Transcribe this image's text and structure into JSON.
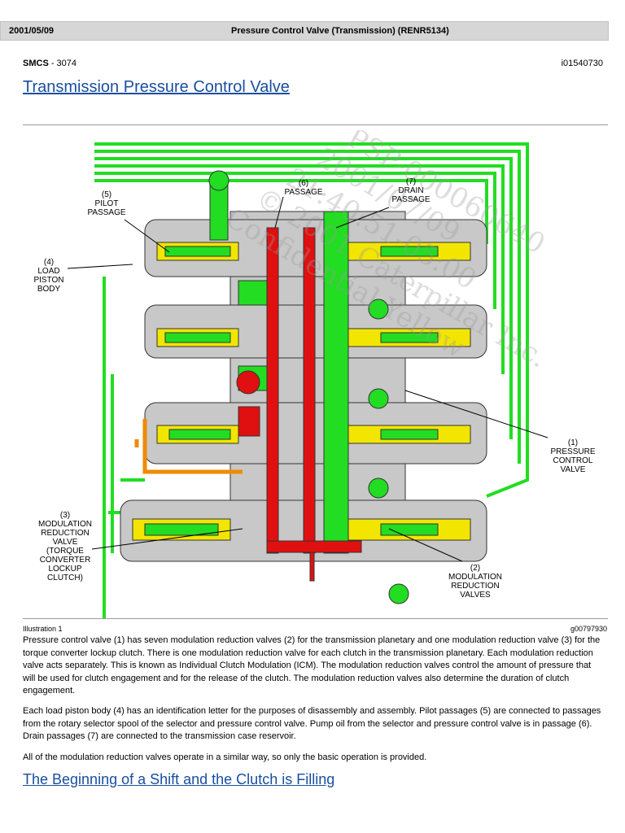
{
  "header": {
    "date": "2001/05/09",
    "doc_title": "Pressure Control Valve (Transmission) (RENR5134)"
  },
  "smcs": {
    "label": "SMCS",
    "value": " - 3074"
  },
  "doc_id": "i01540730",
  "title": "Transmission Pressure Control Valve",
  "diagram": {
    "labels": {
      "l6a": "(6)",
      "l6b": "PASSAGE",
      "l7a": "(7)",
      "l7b": "DRAIN",
      "l7c": "PASSAGE",
      "l5a": "(5)",
      "l5b": "PILOT",
      "l5c": "PASSAGE",
      "l4a": "(4)",
      "l4b": "LOAD",
      "l4c": "PISTON",
      "l4d": "BODY",
      "l1a": "(1)",
      "l1b": "PRESSURE",
      "l1c": "CONTROL",
      "l1d": "VALVE",
      "l3a": "(3)",
      "l3b": "MODULATION",
      "l3c": "REDUCTION",
      "l3d": "VALVE",
      "l3e": "(TORQUE",
      "l3f": "CONVERTER",
      "l3g": "LOCKUP",
      "l3h": "CLUTCH)",
      "l2a": "(2)",
      "l2b": "MODULATION",
      "l2c": "REDUCTION",
      "l2d": "VALVES"
    },
    "watermark": [
      "PSP-000060640",
      "2001/07/09",
      "21:40:51-05:00",
      "© 2001 Caterpillar Inc.",
      "Confidential Yellow"
    ]
  },
  "illustration": {
    "label": "Illustration 1",
    "id": "g00797930"
  },
  "paragraphs": [
    "Pressure control valve (1) has seven modulation reduction valves (2) for the transmission planetary and one modulation reduction valve (3) for the torque converter lockup clutch. There is one modulation reduction valve for each clutch in the transmission planetary. Each modulation reduction valve acts separately. This is known as Individual Clutch Modulation (ICM). The modulation reduction valves control the amount of pressure that will be used for clutch engagement and for the release of the clutch. The modulation reduction valves also determine the duration of clutch engagement.",
    "Each load piston body (4) has an identification letter for the purposes of disassembly and assembly. Pilot passages (5) are connected to passages from the rotary selector spool of the selector and pressure control valve. Pump oil from the selector and pressure control valve is in passage (6). Drain passages (7) are connected to the transmission case reservoir.",
    "All of the modulation reduction valves operate in a similar way, so only the basic operation is provided."
  ],
  "subtitle": "The Beginning of a Shift and the Clutch is Filling",
  "colors": {
    "link": "#1a4e9e",
    "green": "#22dd22",
    "red": "#e01010",
    "yellow": "#f2e600",
    "orange": "#f08a00",
    "gray": "#c8c8c8"
  }
}
